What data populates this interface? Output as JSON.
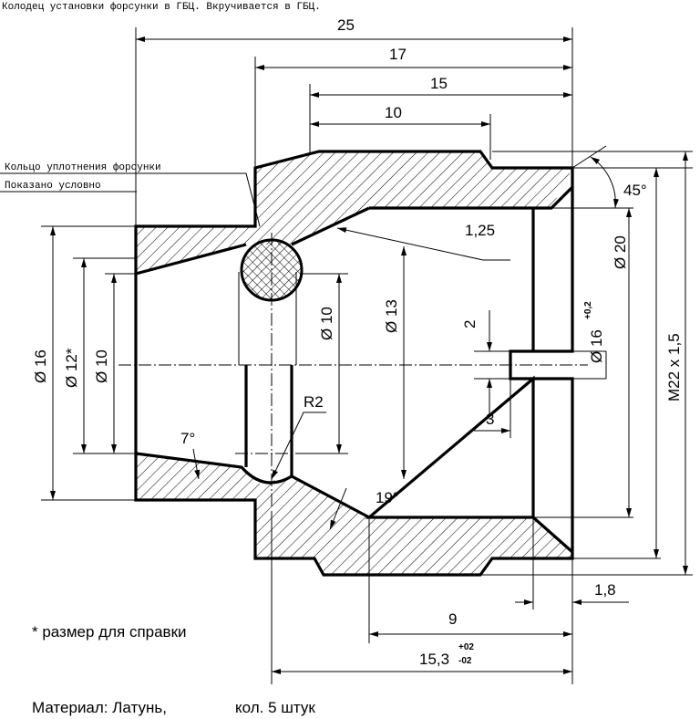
{
  "title": "Колодец установки форсунки в ГБЦ. Вкручивается в ГБЦ.",
  "callouts": {
    "ring": "Кольцо уплотнения форсунки",
    "conditional": "Показано условно"
  },
  "dimensions": {
    "len_25": "25",
    "len_17": "17",
    "len_15": "15",
    "len_10": "10",
    "angle_45": "45°",
    "chamfer_125": "1,25",
    "dia_16_left": "Ø 16",
    "dia_12_ref": "Ø 12*",
    "dia_10_left": "Ø 10",
    "dia_10_inner": "Ø 10",
    "dia_13": "Ø 13",
    "slot_2": "2",
    "slot_3": "3",
    "dia_16_tol": "Ø 16",
    "dia_16_tol_sup": "+0,2",
    "dia_20": "Ø 20",
    "thread": "M22 x 1,5",
    "radius_r2": "R2",
    "angle_7": "7°",
    "angle_19": "19°",
    "len_18": "1,8",
    "len_9": "9",
    "len_153": "15,3",
    "len_153_upper": "+02",
    "len_153_lower": "-02"
  },
  "notes": {
    "reference": "* размер для справки",
    "material": "Материал: Латунь,",
    "quantity": "кол.  5 штук"
  }
}
